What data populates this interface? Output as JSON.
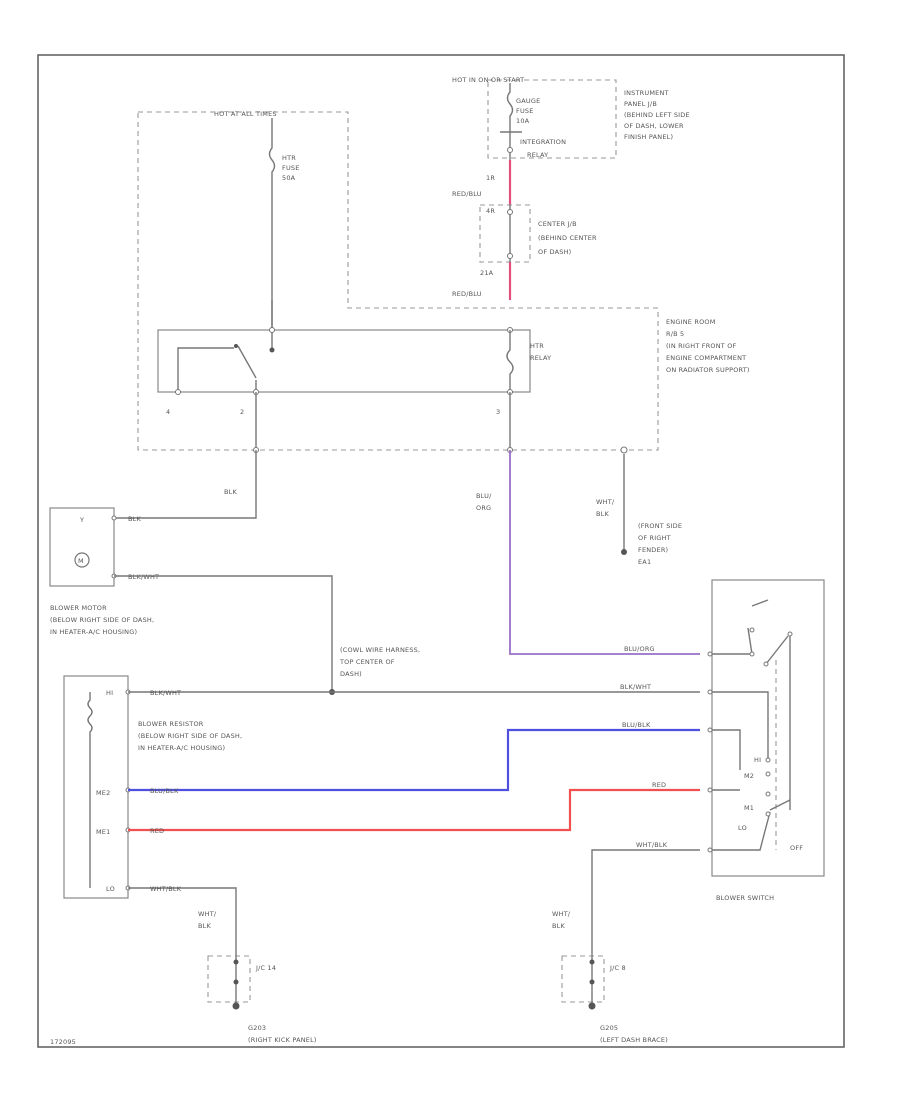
{
  "hot": {
    "hot_start": "HOT IN ON OR START",
    "hot_at_all_times": "HOT AT ALL TIMES",
    "gauge_fuse": [
      "GAUGE",
      "FUSE",
      "10A"
    ],
    "integration_relay": [
      "INTEGRATION",
      "RELAY"
    ],
    "ip_jb": [
      "INSTRUMENT",
      "PANEL J/B",
      "(BEHIND LEFT SIDE",
      "OF DASH, LOWER",
      "FINISH PANEL)"
    ],
    "htr_fuse": [
      "HTR",
      "FUSE",
      "50A"
    ]
  },
  "mid": {
    "pin_1r": "1R",
    "wire_red_blu_1": "RED/BLU",
    "pin_4r": "4R",
    "center_jb": [
      "CENTER J/B",
      "(BEHIND CENTER",
      "OF DASH)"
    ],
    "pin_21a": "21A",
    "wire_red_blu_2": "RED/BLU"
  },
  "relay": {
    "label": [
      "HTR",
      "RELAY"
    ],
    "engine_rb": [
      "ENGINE ROOM",
      "R/B 5",
      "(IN RIGHT FRONT OF",
      "ENGINE COMPARTMENT",
      "ON RADIATOR SUPPORT)"
    ],
    "pin4": "4",
    "pin2": "2",
    "pin3": "3"
  },
  "ground_top": {
    "wire_blk": "BLK",
    "wire_blu_org": [
      "BLU/",
      "ORG"
    ],
    "wire_wht_blk": [
      "WHT/",
      "BLK"
    ],
    "location": [
      "(FRONT SIDE",
      "OF RIGHT",
      "FENDER)",
      "EA1"
    ]
  },
  "motor": {
    "wire_1": "BLK",
    "wire_2": "BLK/WHT",
    "label": [
      "BLOWER MOTOR",
      "(BELOW RIGHT SIDE OF DASH,",
      "IN HEATER-A/C HOUSING)"
    ]
  },
  "harness": [
    "(COWL WIRE HARNESS,",
    "TOP CENTER OF",
    "DASH)"
  ],
  "resistor": {
    "pins": [
      "HI",
      "ME2",
      "ME1",
      "LO"
    ],
    "label": [
      "BLOWER RESISTOR",
      "(BELOW RIGHT SIDE OF DASH,",
      "IN HEATER-A/C HOUSING)"
    ],
    "w_hi": "BLK/WHT",
    "w_me2": "BLU/BLK",
    "w_me1": "RED",
    "w_lo": "WHT/BLK",
    "w_gnd": [
      "WHT/",
      "BLK"
    ],
    "junction": "J/C 14",
    "ground": [
      "G203",
      "(RIGHT KICK PANEL)"
    ]
  },
  "switch": {
    "w_blu_org": "BLU/ORG",
    "w_blk_wht": "BLK/WHT",
    "w_blu_blk": "BLU/BLK",
    "w_red": "RED",
    "w_wht_blk": "WHT/BLK",
    "positions": [
      "HI",
      "M2",
      "M1",
      "LO",
      "OFF"
    ],
    "label": "BLOWER SWITCH",
    "w_gnd": [
      "WHT/",
      "BLK"
    ],
    "junction": "J/C 8",
    "ground": [
      "G205",
      "(LEFT DASH BRACE)"
    ]
  },
  "footer": "172095"
}
